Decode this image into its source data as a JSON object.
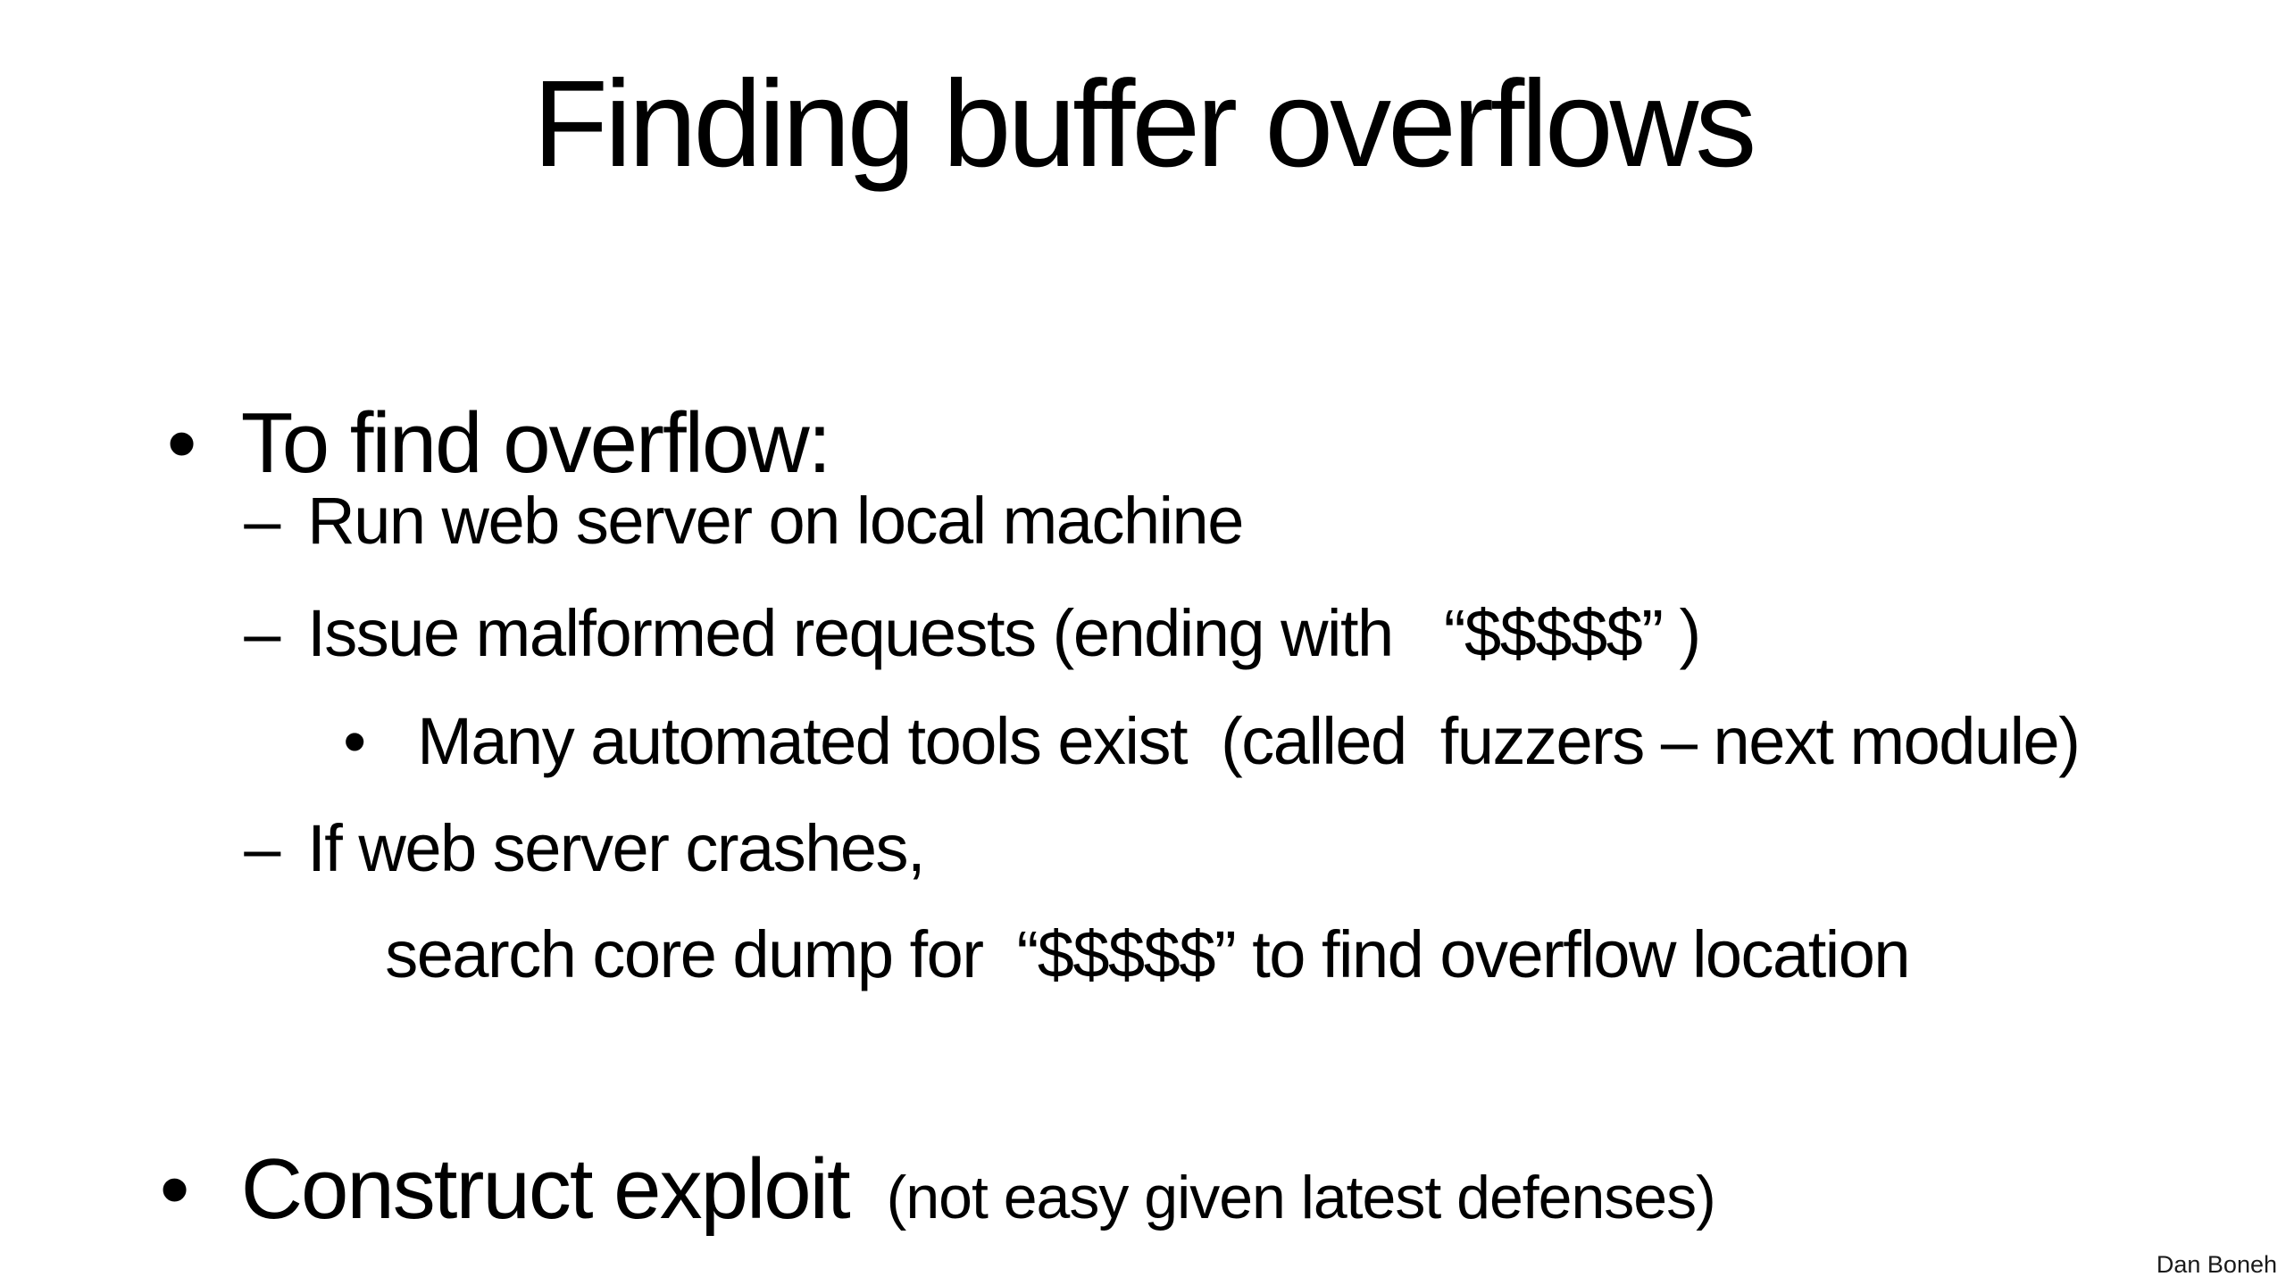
{
  "slide": {
    "title": "Finding buffer overflows",
    "bullets": [
      {
        "marker": "•",
        "text": "To find overflow:"
      },
      {
        "marker": "–",
        "text": "Run web server on local machine"
      },
      {
        "marker": "–",
        "text": "Issue malformed requests (ending with   “$$$$$” )"
      },
      {
        "marker": "•",
        "text": "Many automated tools exist  (called  fuzzers – next module)"
      },
      {
        "marker": "–",
        "text": "If web server crashes,"
      },
      {
        "marker": "",
        "text": "search core dump for  “$$$$$” to find overflow location"
      },
      {
        "marker": "•",
        "text": "Construct exploit",
        "note": "(not easy given latest defenses)"
      }
    ],
    "footer": {
      "author": "Dan Boneh"
    },
    "colors": {
      "background": "#ffffff",
      "text": "#000000"
    }
  }
}
